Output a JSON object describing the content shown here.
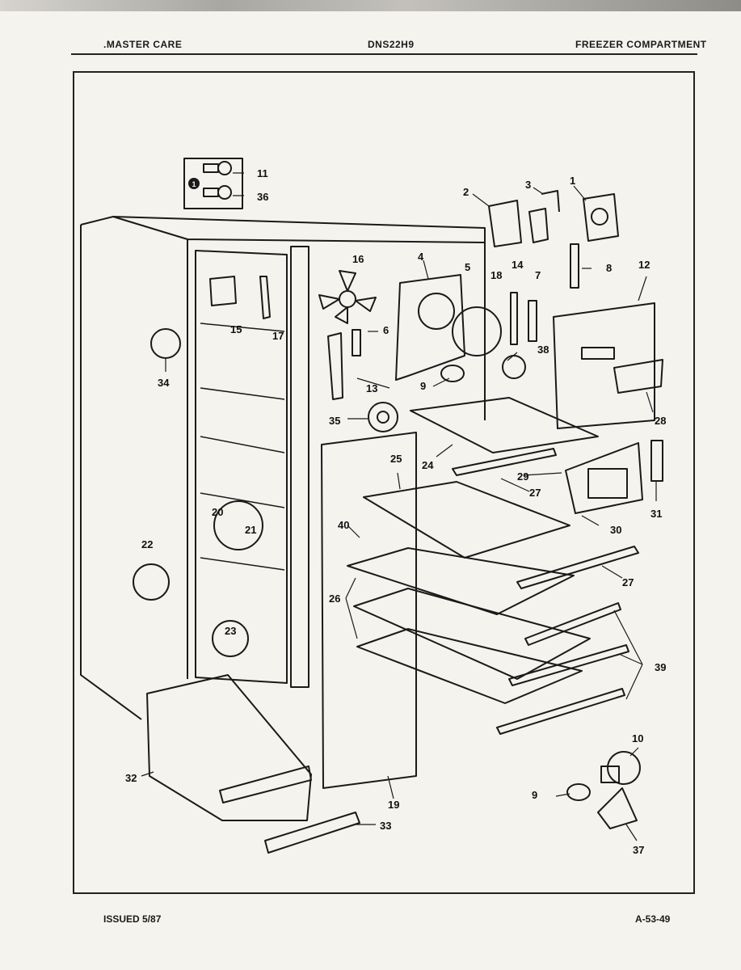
{
  "header": {
    "left": ".MASTER CARE",
    "center": "DNS22H9",
    "right": "FREEZER COMPARTMENT"
  },
  "footer": {
    "left": "ISSUED 5/87",
    "right": "A-53-49"
  },
  "inset": {
    "marker": "1"
  },
  "callouts": [
    "1",
    "2",
    "3",
    "4",
    "5",
    "6",
    "7",
    "8",
    "9",
    "9",
    "10",
    "11",
    "12",
    "13",
    "14",
    "15",
    "16",
    "17",
    "18",
    "19",
    "20",
    "21",
    "22",
    "23",
    "24",
    "25",
    "26",
    "27",
    "27",
    "28",
    "29",
    "30",
    "31",
    "32",
    "33",
    "34",
    "35",
    "36",
    "37",
    "38",
    "39",
    "40"
  ],
  "colors": {
    "ink": "#1a1a1a",
    "paper": "#f4f3ee"
  }
}
